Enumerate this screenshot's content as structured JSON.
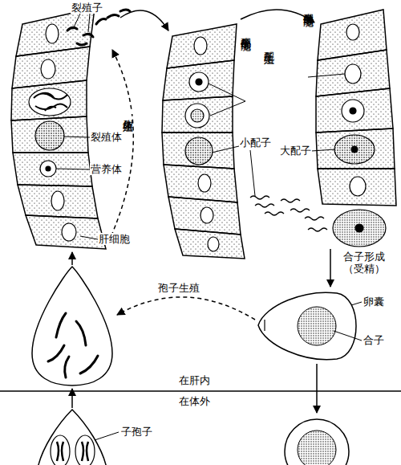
{
  "diagram": {
    "labels": [
      "裂殖子",
      "小配子母细胞",
      "大配子母细胞",
      "配子生殖",
      "裂殖体",
      "大配子",
      "裂体生殖",
      "小配子",
      "营养体",
      "肝细胞",
      "合子形成 （受精）",
      "孢子生殖",
      "卵囊",
      "合子",
      "在肝内",
      "在体外",
      "子孢子"
    ]
  }
}
